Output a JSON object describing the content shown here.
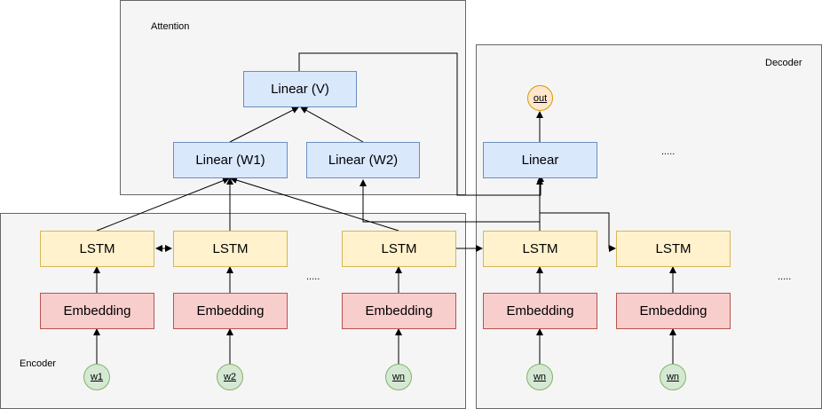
{
  "groups": {
    "attention": "Attention",
    "encoder": "Encoder",
    "decoder": "Decoder"
  },
  "attention": {
    "linear_v": "Linear (V)",
    "linear_w1": "Linear (W1)",
    "linear_w2": "Linear (W2)"
  },
  "encoder": {
    "lstm": [
      "LSTM",
      "LSTM",
      "LSTM"
    ],
    "embedding": [
      "Embedding",
      "Embedding",
      "Embedding"
    ],
    "inputs": [
      "w1",
      "w2",
      "wn"
    ],
    "ellipsis": "....."
  },
  "decoder": {
    "linear": "Linear",
    "output": "out",
    "lstm": [
      "LSTM",
      "LSTM"
    ],
    "embedding": [
      "Embedding",
      "Embedding"
    ],
    "inputs": [
      "wn",
      "wn"
    ],
    "ellipsis_top": ".....",
    "ellipsis_bottom": "....."
  }
}
